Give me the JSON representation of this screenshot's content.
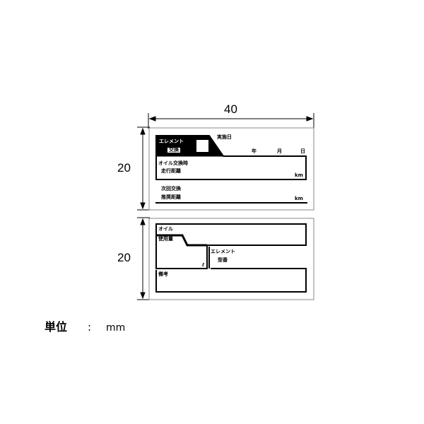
{
  "dimensions": {
    "width": "40",
    "height_top": "20",
    "height_bottom": "20"
  },
  "unit": {
    "label": "単位",
    "sep": ":",
    "value": "mm"
  },
  "label_top": {
    "element": "エレメント",
    "exchange": "交換",
    "date_label": "実施日",
    "year": "年",
    "month": "月",
    "day": "日",
    "oil_change_at": "オイル交換時",
    "mileage": "走行距離",
    "km1": "km",
    "next_change": "次回交換",
    "recommended": "推奨距離",
    "km2": "km"
  },
  "label_bottom": {
    "oil": "オイル",
    "amount": "使用量",
    "liter": "ℓ",
    "element": "エレメント",
    "model": "型番",
    "notes": "備考"
  }
}
